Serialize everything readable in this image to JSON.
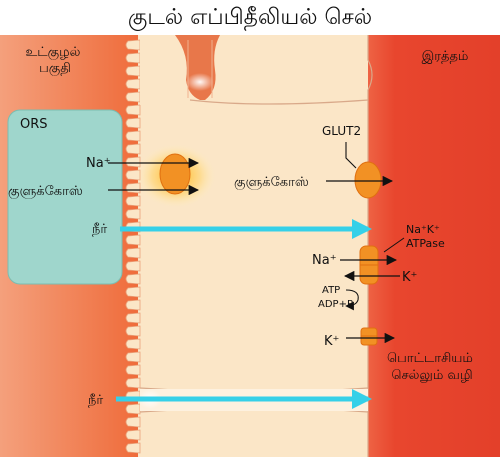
{
  "title": "குடல் எப்பிதீலியல் செல்",
  "regions": {
    "lumen": "உட்குழல்\nபகுதி",
    "blood": "இரத்தம்"
  },
  "ors": {
    "box_label": "ORS",
    "sodium": "Na⁺",
    "glucose": "குளுக்கோஸ்",
    "water": "நீர்"
  },
  "basolateral": {
    "glut2": "GLUT2",
    "glucose": "குளுக்கோஸ்",
    "nak_pump": "Na⁺K⁺\nATPase",
    "sodium": "Na⁺",
    "potassium": "K⁺",
    "atp": "ATP",
    "adp": "ADP+P",
    "k_channel": "K⁺",
    "k_pathway": "பொட்டாசியம்\nசெல்லும் வழி"
  },
  "paracellular": {
    "water": "நீர்"
  },
  "colors": {
    "lumen": "#f07a4a",
    "cell": "#fbe6c7",
    "blood": "#e8462e",
    "ors_box": "#9fd6cc",
    "transporter": "#f29124",
    "water_arrow": "#35d0e8"
  }
}
